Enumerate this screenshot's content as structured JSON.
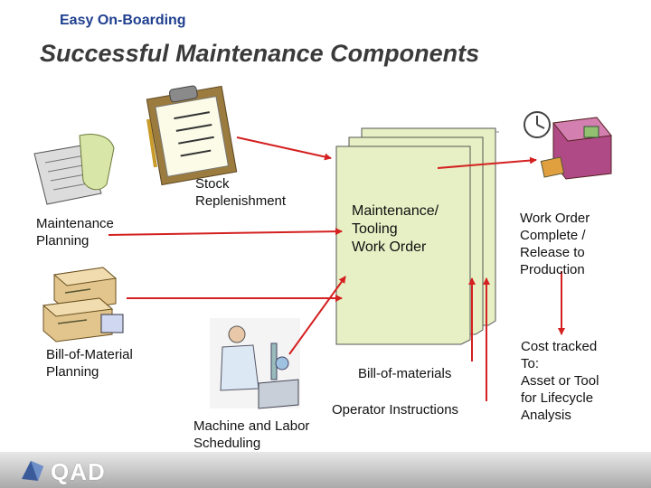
{
  "header": {
    "kicker": "Easy On-Boarding",
    "title": "Successful Maintenance Components"
  },
  "labels": {
    "stock_replenishment": "Stock\nReplenishment",
    "maintenance_planning": "Maintenance\nPlanning",
    "bom_planning": "Bill-of-Material\nPlanning",
    "machine_labor": "Machine and Labor\nScheduling",
    "work_order": "Maintenance/\nTooling\nWork Order",
    "work_order_complete": "Work Order\nComplete /\nRelease to\nProduction",
    "bill_of_materials": "Bill-of-materials",
    "operator_instructions": "Operator Instructions",
    "cost_tracked": "Cost tracked\nTo:\nAsset or Tool\nfor Lifecycle\nAnalysis"
  },
  "footer": {
    "logo": "QAD"
  },
  "colors": {
    "arrow": "#d42020",
    "document_fill": "#e6f0c4",
    "kicker": "#1f3f8f"
  }
}
